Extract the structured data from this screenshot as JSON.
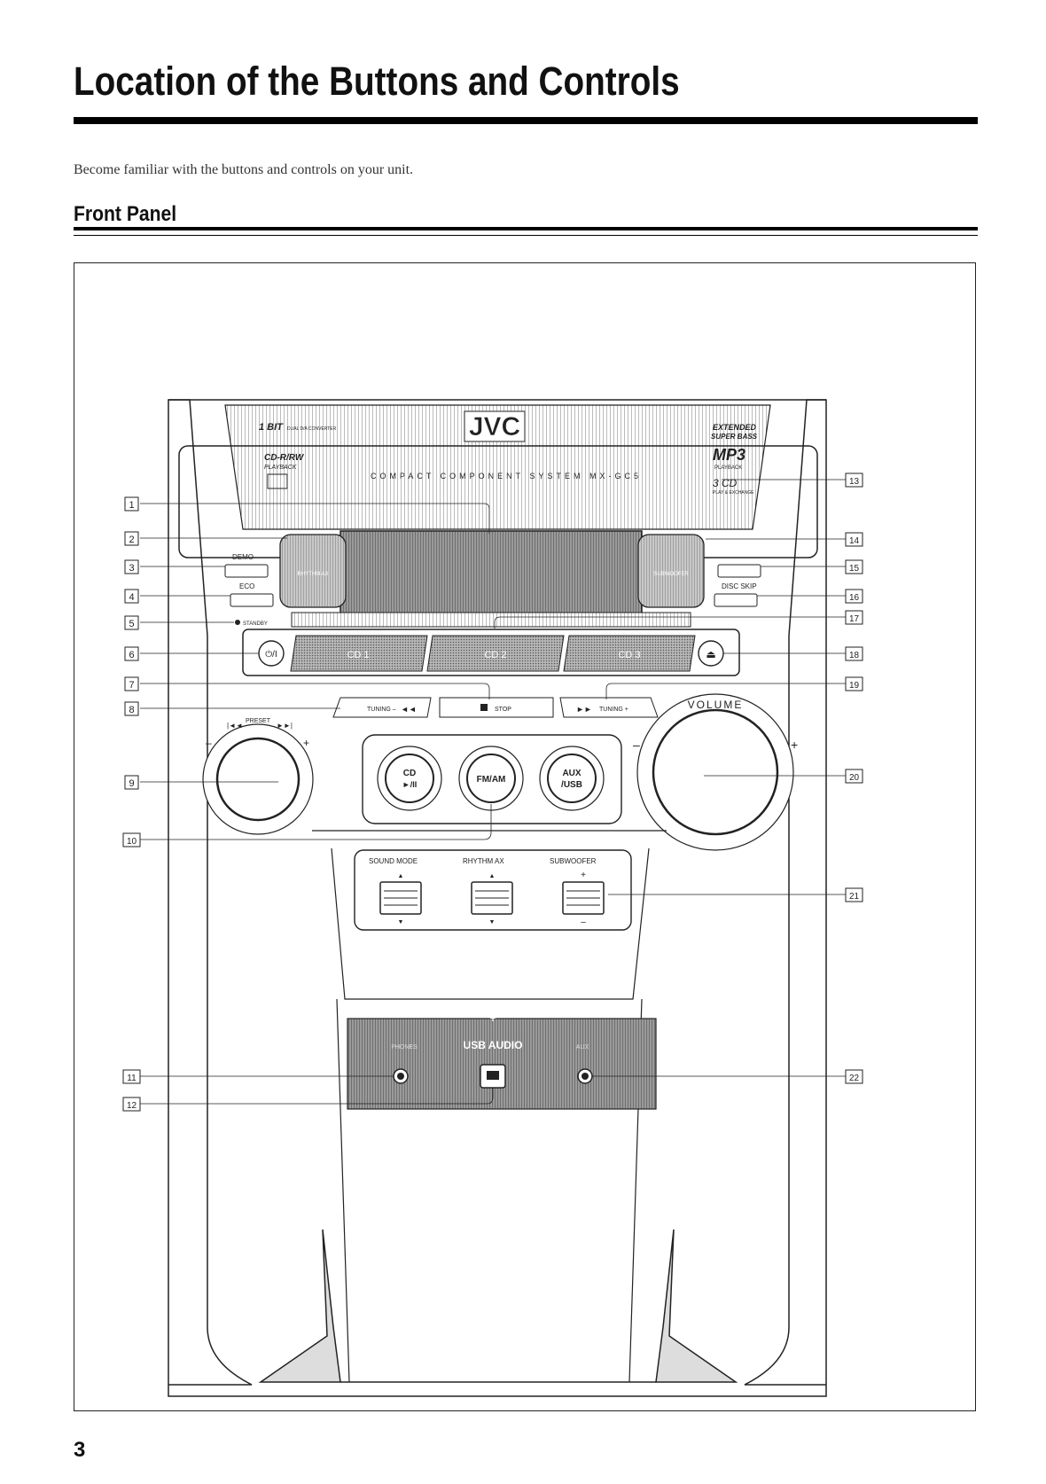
{
  "page": {
    "title": "Location of the Buttons and Controls",
    "intro": "Become familiar with the buttons and controls on your unit.",
    "section_heading": "Front Panel",
    "page_number": "3"
  },
  "unit": {
    "brand": "JVC",
    "model_line": "COMPACT COMPONENT SYSTEM MX-GC5",
    "badge_1bit": "1 BIT",
    "badge_1bit_sub": "DUAL D/A CONVERTER",
    "badge_cdrw": "CD-R/RW",
    "badge_cdrw_sub": "PLAYBACK",
    "badge_extended": "EXTENDED",
    "badge_superbass": "SUPER BASS",
    "badge_mp3": "MP3",
    "badge_mp3_sub": "PLAYBACK",
    "badge_3cd": "3 CD",
    "badge_3cd_sub": "PLAY & EXCHANGE",
    "rhythm_ax_label": "RHYTHM AX",
    "subwoofer_label": "SUBWOOFER",
    "demo_label": "DEMO",
    "eco_label": "ECO",
    "standby_label": "STANDBY",
    "disc_skip_label": "DISC SKIP",
    "cd_trays": [
      "CD 1",
      "CD 2",
      "CD 3"
    ],
    "tuning_minus_label": "TUNING –",
    "stop_label": "STOP",
    "tuning_plus_label": "TUNING +",
    "preset_label": "PRESET",
    "volume_label": "VOLUME",
    "source_buttons": [
      {
        "line1": "CD",
        "line2": "►/II"
      },
      {
        "line1": "FM/AM",
        "line2": ""
      },
      {
        "line1": "AUX",
        "line2": "/USB"
      }
    ],
    "sound_mode_label": "SOUND MODE",
    "rhythm_ax_lever_label": "RHYTHM AX",
    "subwoofer_lever_label": "SUBWOOFER",
    "usb_audio_label": "USB AUDIO",
    "phones_label": "PHONES",
    "aux_label": "AUX"
  },
  "callouts_left": [
    "1",
    "2",
    "3",
    "4",
    "5",
    "6",
    "7",
    "8",
    "9",
    "10",
    "11",
    "12"
  ],
  "callouts_right": [
    "13",
    "14",
    "15",
    "16",
    "17",
    "18",
    "19",
    "20",
    "21",
    "22"
  ]
}
